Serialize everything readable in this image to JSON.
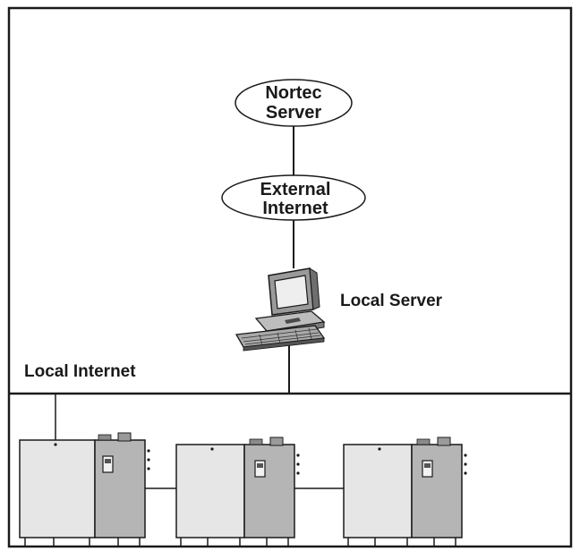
{
  "diagram": {
    "nodes": {
      "nortec_server": {
        "line1": "Nortec",
        "line2": "Server"
      },
      "external_internet": {
        "line1": "External",
        "line2": "Internet"
      },
      "local_server": {
        "label": "Local Server"
      }
    },
    "local_internet_label": "Local Internet",
    "humidifier_count": 3,
    "colors": {
      "line": "#1a1a1a",
      "unit_body": "#e6e6e6",
      "unit_panel": "#b5b5b5",
      "background": "#ffffff"
    }
  }
}
